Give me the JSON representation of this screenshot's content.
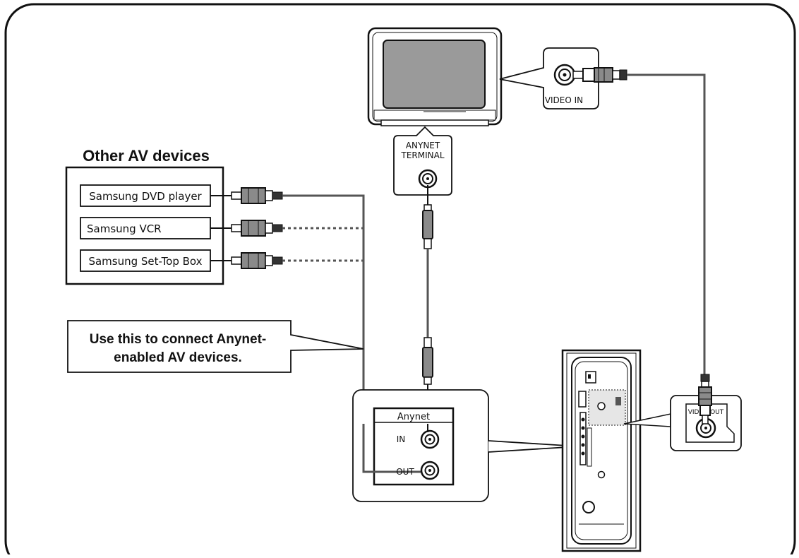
{
  "diagram": {
    "other_av_title": "Other AV devices",
    "devices": [
      {
        "label": "Samsung DVD player"
      },
      {
        "label": "Samsung VCR"
      },
      {
        "label": "Samsung Set-Top Box"
      }
    ],
    "callout_text_line1": "Use this to connect Anynet-",
    "callout_text_line2": "enabled AV devices.",
    "tv_terminal_line1": "ANYNET",
    "tv_terminal_line2": "TERMINAL",
    "video_in_label": "VIDEO IN",
    "anynet_panel_title": "Anynet",
    "in_label": "IN",
    "out_label": "OUT",
    "video_out_label": "VIDEO OUT"
  },
  "colors": {
    "line": "#111111",
    "cable": "#555555",
    "screen": "#9a9a9a",
    "grey_fill": "#8a8a8a"
  }
}
